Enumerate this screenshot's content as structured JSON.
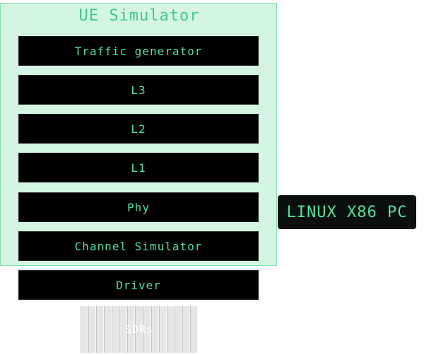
{
  "simulator": {
    "title": "UE Simulator",
    "layers": [
      {
        "label": "Traffic generator"
      },
      {
        "label": "L3"
      },
      {
        "label": "L2"
      },
      {
        "label": "L1"
      },
      {
        "label": "Phy"
      },
      {
        "label": "Channel Simulator"
      }
    ]
  },
  "driver": {
    "label": "Driver"
  },
  "host": {
    "label": "LINUX X86 PC"
  },
  "sdrs": {
    "label": "SDRs"
  },
  "colors": {
    "panel_background": "#d5f5e3",
    "panel_border": "#7ee2a8",
    "block_background": "#000000",
    "block_text": "#4fe39a",
    "title_text": "#3cc98a",
    "sdr_fill": "#e6e6e6"
  }
}
